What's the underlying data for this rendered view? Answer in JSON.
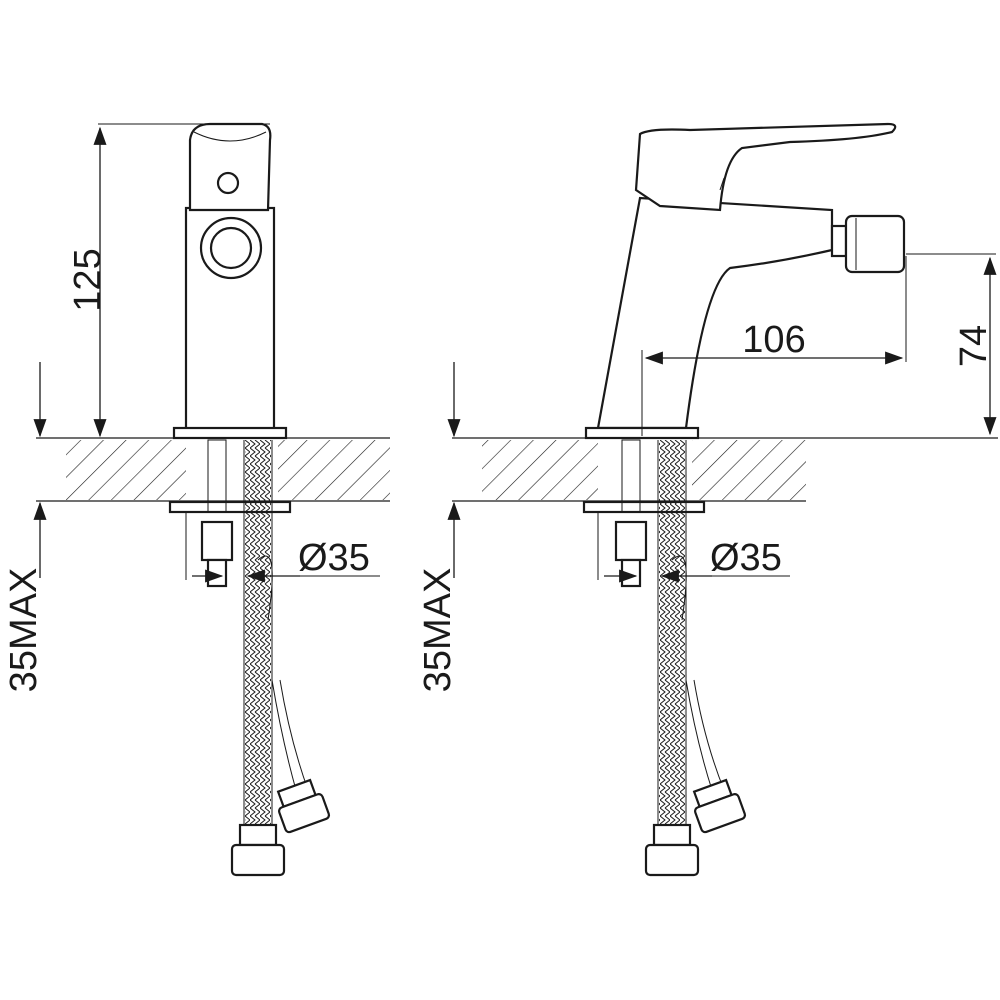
{
  "dimensions": {
    "height_overall": "125",
    "spout_reach": "106",
    "spout_height": "74",
    "counter_thickness_left": "35MAX",
    "counter_thickness_right": "35MAX",
    "hole_diameter_left": "Ø35",
    "hole_diameter_right": "Ø35"
  },
  "colors": {
    "ink": "#1a1a1a",
    "paper": "#ffffff"
  }
}
